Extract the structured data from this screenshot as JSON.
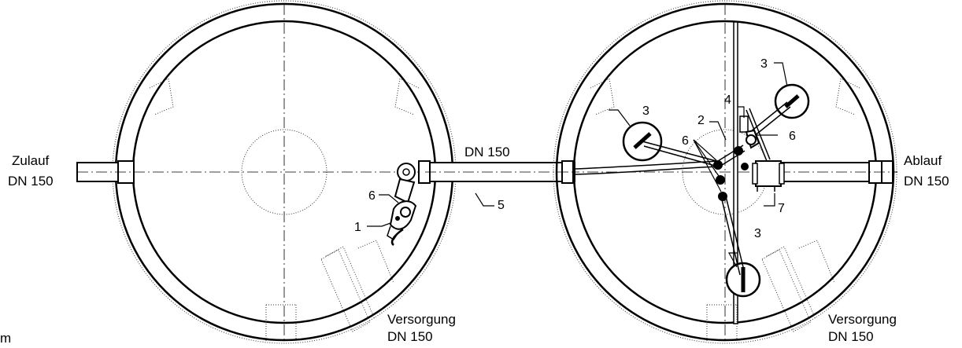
{
  "labels": {
    "inlet_line1": "Zulauf",
    "inlet_line2": "DN 150",
    "outlet_line1": "Ablauf",
    "outlet_line2": "DN 150",
    "connector_pipe": "DN 150",
    "supply_left_line1": "Versorgung",
    "supply_left_line2": "DN 150",
    "supply_right_line1": "Versorgung",
    "supply_right_line2": "DN 150",
    "corner_fragment": "m"
  },
  "callouts": {
    "n1": "1",
    "n2": "2",
    "n3_top": "3",
    "n3_left": "3",
    "n3_bottom": "3",
    "n4": "4",
    "n5": "5",
    "n6_left_tank": "6",
    "n6_center": "6",
    "n6_right": "6",
    "n7": "7"
  }
}
